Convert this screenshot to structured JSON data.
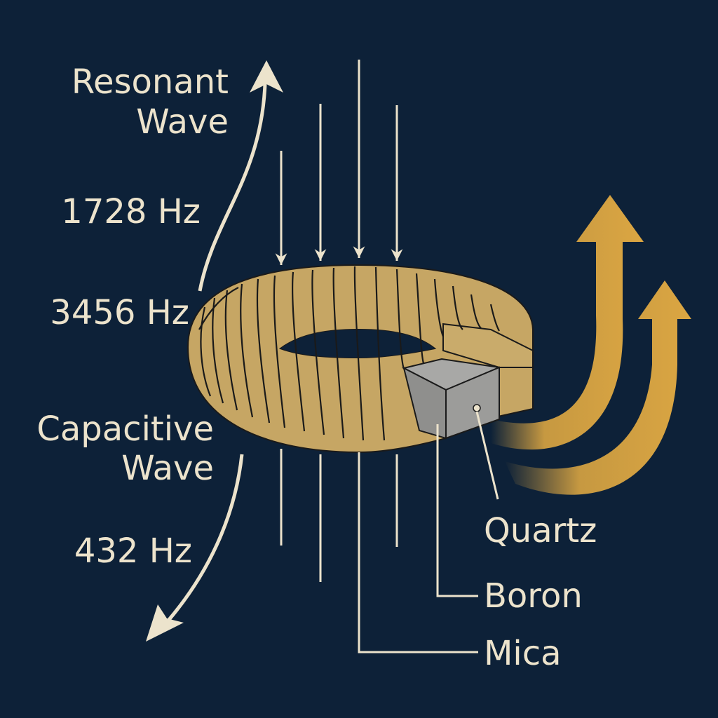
{
  "colors": {
    "background": "#0d2138",
    "label": "#ece3cc",
    "arrow_cream": "#ece3cc",
    "coil": "#c6a664",
    "coil_shadow": "#8a7240",
    "wire": "#1a1a1a",
    "insert": "#9a9a98",
    "flow_arrow": "#dba642"
  },
  "labels": {
    "resonant_wave_line1": "Resonant",
    "resonant_wave_line2": "Wave",
    "freq_top": "1728 Hz",
    "freq_middle": "3456 Hz",
    "capacitive_wave_line1": "Capacitive",
    "capacitive_wave_line2": "Wave",
    "freq_bottom": "432 Hz"
  },
  "materials": {
    "quartz": "Quartz",
    "boron": "Boron",
    "mica": "Mica"
  },
  "icons": {
    "up_arrow": "curved-up-arrow-icon",
    "down_arrow": "curved-down-arrow-icon",
    "flow_arrows": "orange-curved-up-arrow-icon"
  }
}
